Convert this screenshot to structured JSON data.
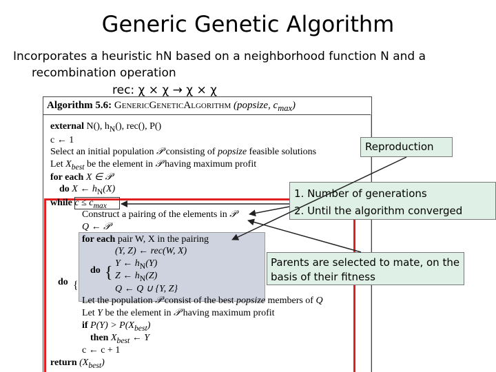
{
  "slide": {
    "title": "Generic Genetic Algorithm",
    "intro_line1": "Incorporates a heuristic hN based on a neighborhood function N and a",
    "intro_line2": "recombination operation",
    "intro_line3": "rec: χ × χ → χ × χ"
  },
  "algorithm": {
    "label": "Algorithm 5.6:",
    "name": "GenericGeneticAlgorithm",
    "params": "(popsize, c",
    "params_sub": "max",
    "params_end": ")",
    "lines": {
      "l1_kw": "external",
      "l1_rest": "N(), h",
      "l1_sub": "N",
      "l1_end": "(), rec(), P()",
      "l2": "c ← 1",
      "l3a": "Select an initial population ",
      "l3b": "𝒫",
      "l3c": " consisting of ",
      "l3d": "popsize",
      "l3e": " feasible solutions",
      "l4a": "Let ",
      "l4b": "X",
      "l4c": "best",
      "l4d": " be the element in ",
      "l4e": "𝒫",
      "l4f": " having maximum profit",
      "l5_kw": "for each",
      "l5_rest": "X ∈ 𝒫",
      "l6_kw": "do",
      "l6_rest": "X ← h",
      "l6_sub": "N",
      "l6_end": "(X)",
      "l7_kw": "while",
      "l7_rest": "c ≤ c",
      "l7_sub": "max",
      "l8a": "Construct a pairing of the elements in ",
      "l8b": "𝒫",
      "l9": "Q ← 𝒫",
      "l10_kw": "for each",
      "l10_rest": "pair W, X in the pairing",
      "l11": "(Y, Z) ← rec(W, X)",
      "l12a": "Y ← h",
      "l12b": "N",
      "l12c": "(Y)",
      "l13a": "Z ← h",
      "l13b": "N",
      "l13c": "(Z)",
      "l14": "Q ← Q ∪ {Y, Z}",
      "inner_do": "do",
      "outer_do": "do",
      "l15a": "Let the population ",
      "l15b": "𝒫",
      "l15c": " consist of the best ",
      "l15d": "popsize",
      "l15e": " members of ",
      "l15f": "Q",
      "l16a": "Let ",
      "l16b": "Y",
      "l16c": " be the element in ",
      "l16d": "𝒫",
      "l16e": " having maximum profit",
      "l17_kw": "if",
      "l17a": "P(Y) > P(X",
      "l17b": "best",
      "l17c": ")",
      "l18_kw": "then",
      "l18a": "X",
      "l18b": "best",
      "l18c": " ← Y",
      "l19": "c ← c + 1",
      "l20_kw": "return",
      "l20a": "(X",
      "l20b": "best",
      "l20c": ")"
    }
  },
  "callouts": {
    "reproduction": "Reproduction",
    "number_1": "1.  Number of generations",
    "number_2": "2.  Until the algorithm converged",
    "parents": "Parents are selected to mate, on the basis of their fitness"
  },
  "colors": {
    "callout_bg": "#dff1e7",
    "highlight_bg": "#cfd3df",
    "red_frame": "#e02020"
  }
}
